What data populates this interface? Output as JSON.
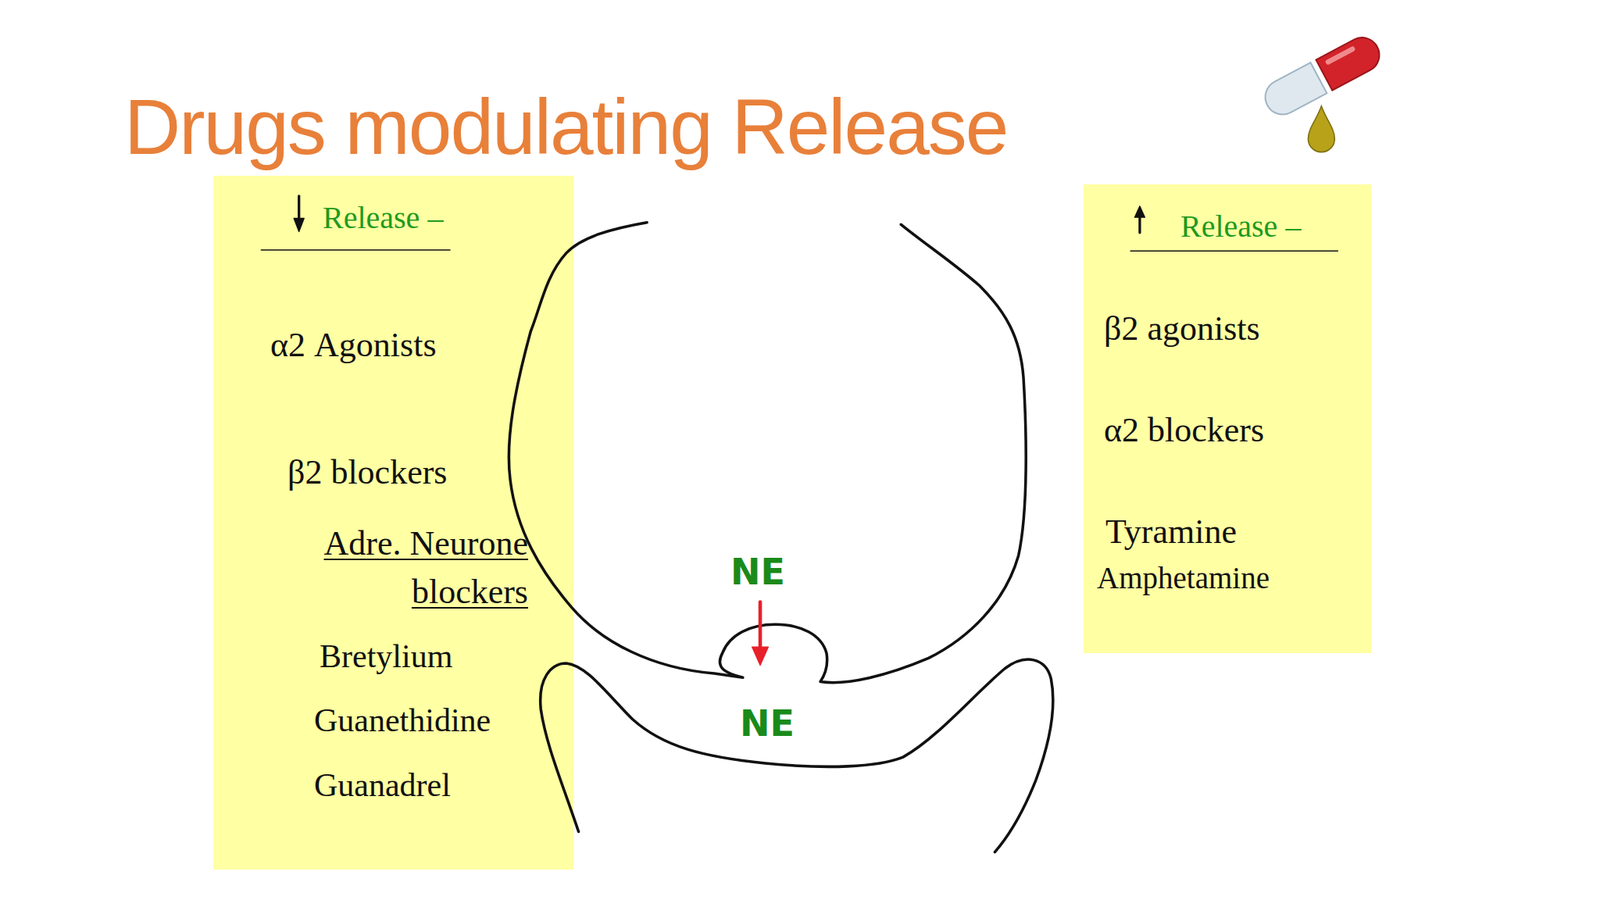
{
  "diagram": {
    "title": "Drugs modulating Release",
    "nodes": [
      {
        "text": [
          "Release –",
          "α2 Agonists",
          "β2 blockers",
          "Adre. Neurone blockers",
          "Bretylium",
          "Guanethidine",
          "Guanadrel"
        ]
      },
      {
        "text": [
          "Release –",
          "β2 agonists",
          "α2 blockers",
          "Tyramine",
          "Amphetamine"
        ]
      }
    ],
    "labels": [
      "NE",
      "NE"
    ]
  }
}
